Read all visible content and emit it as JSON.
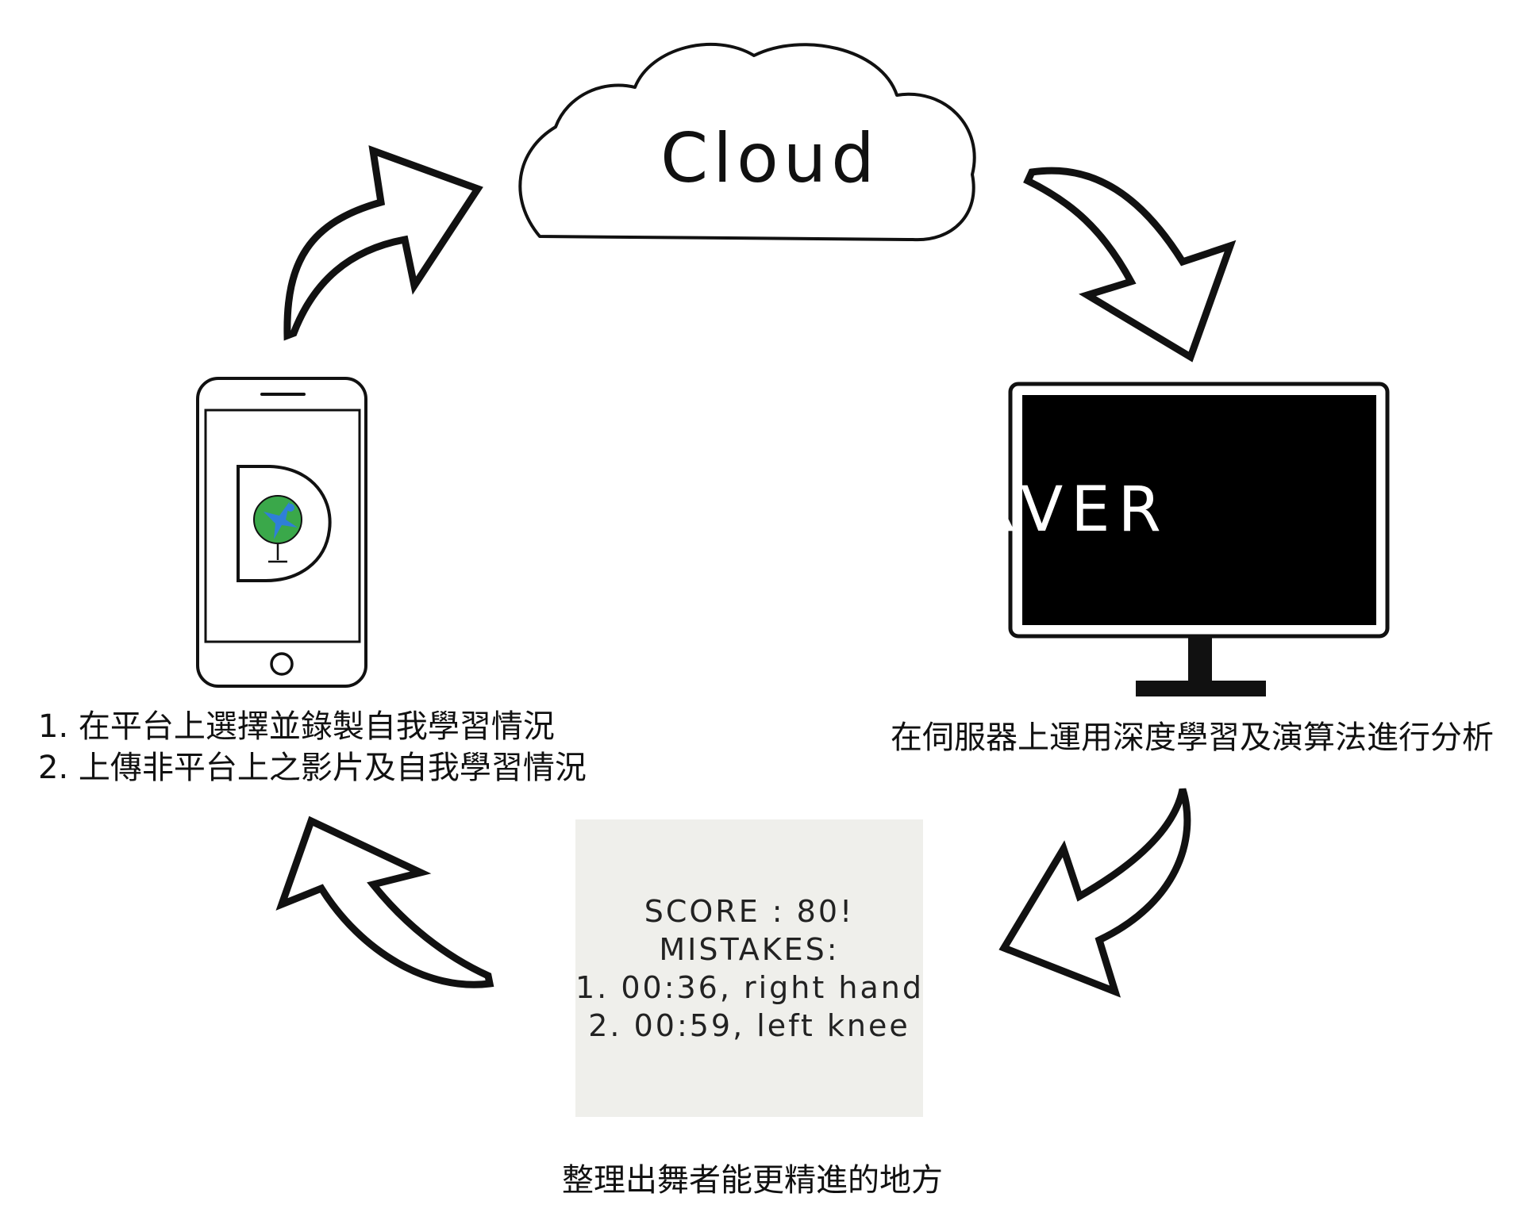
{
  "cloud": {
    "label": "Cloud"
  },
  "server": {
    "label": "SERVER"
  },
  "phone": {
    "steps": [
      "1. 在平台上選擇並錄製自我學習情況",
      "2. 上傳非平台上之影片及自我學習情況"
    ]
  },
  "server_caption": "在伺服器上運用深度學習及演算法進行分析",
  "result": {
    "lines": [
      "SCORE : 80!",
      "MISTAKES:",
      "1. 00:36, right hand",
      "2. 00:59, left knee"
    ],
    "caption": "整理出舞者能更精進的地方"
  },
  "colors": {
    "stroke": "#111111",
    "screen": "#000000",
    "card": "#efefeb",
    "logo_green": "#3aa84a",
    "logo_blue": "#2f7fd8"
  }
}
